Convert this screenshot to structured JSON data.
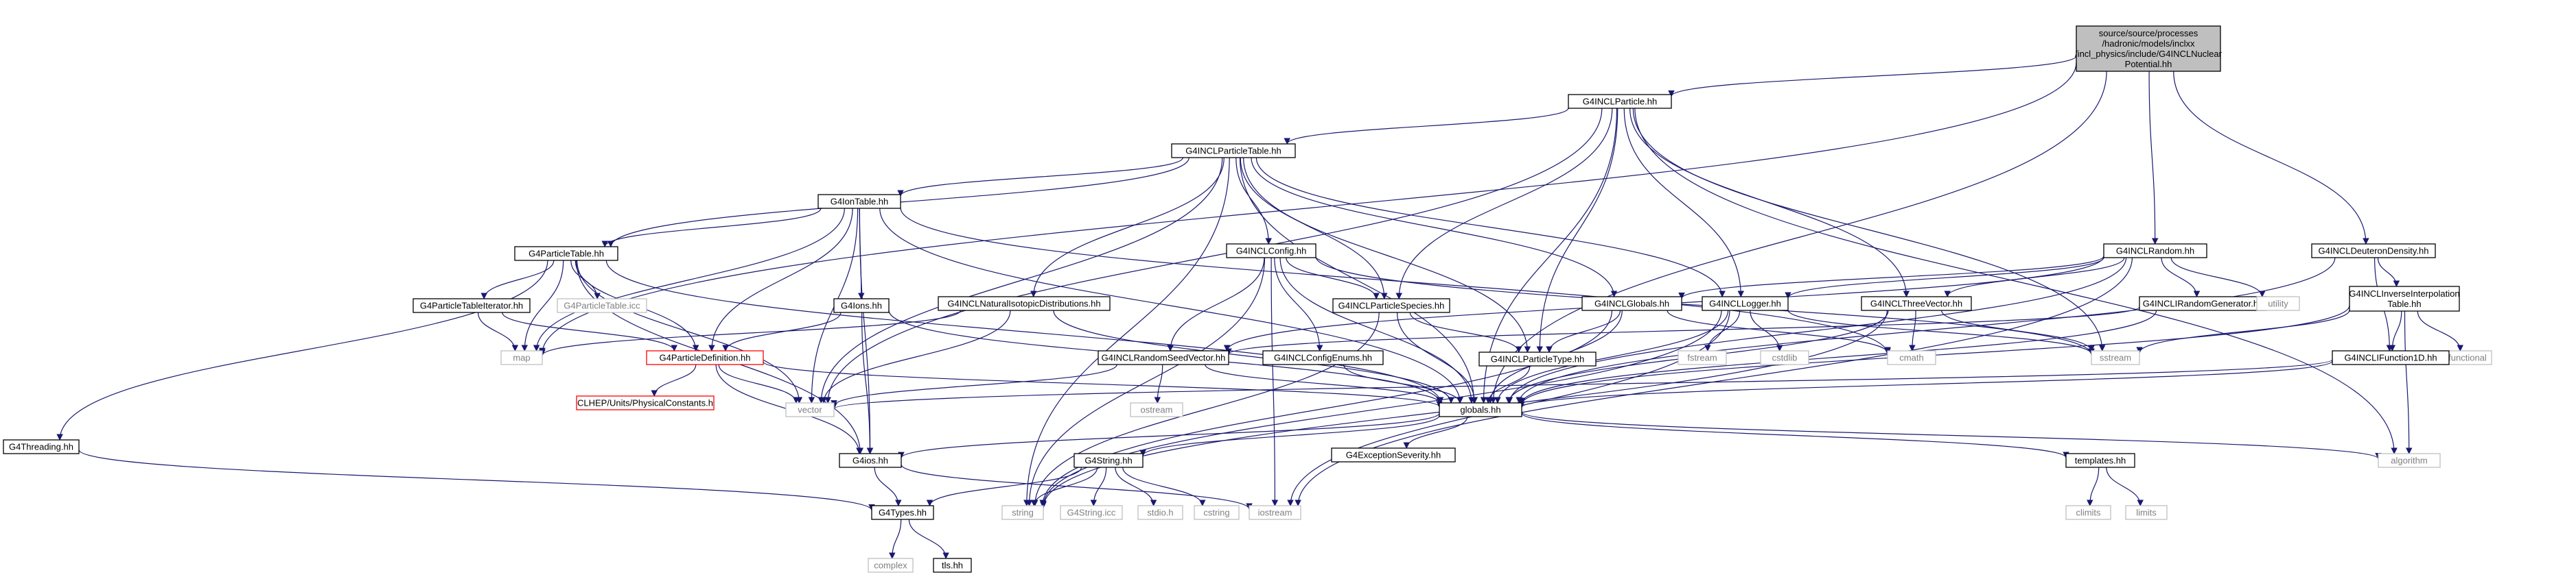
{
  "colors": {
    "edge": "#191970",
    "root_fill": "#bfbfbf",
    "missing_border": "#bfbfbf",
    "error_border": "#ff0000"
  },
  "nodes": [
    {
      "id": "root",
      "lines": [
        "source/source/processes",
        "/hadronic/models/inclxx",
        "/incl_physics/include/G4INCLNuclear",
        "Potential.hh"
      ],
      "kind": "root"
    },
    {
      "id": "particle",
      "lines": [
        "G4INCLParticle.hh"
      ],
      "kind": "header"
    },
    {
      "id": "random",
      "lines": [
        "G4INCLRandom.hh"
      ],
      "kind": "header"
    },
    {
      "id": "deuteron",
      "lines": [
        "G4INCLDeuteronDensity.hh"
      ],
      "kind": "header"
    },
    {
      "id": "particletable_incl",
      "lines": [
        "G4INCLParticleTable.hh"
      ],
      "kind": "header"
    },
    {
      "id": "iontable",
      "lines": [
        "G4IonTable.hh"
      ],
      "kind": "header"
    },
    {
      "id": "particletable",
      "lines": [
        "G4ParticleTable.hh"
      ],
      "kind": "header"
    },
    {
      "id": "inclconfig",
      "lines": [
        "G4INCLConfig.hh"
      ],
      "kind": "header"
    },
    {
      "id": "natiso",
      "lines": [
        "G4INCLNaturalIsotopicDistributions.hh"
      ],
      "kind": "header"
    },
    {
      "id": "ions",
      "lines": [
        "G4Ions.hh"
      ],
      "kind": "header"
    },
    {
      "id": "ptiterator",
      "lines": [
        "G4ParticleTableIterator.hh"
      ],
      "kind": "header"
    },
    {
      "id": "pticc",
      "lines": [
        "G4ParticleTable.icc"
      ],
      "kind": "missing"
    },
    {
      "id": "threading",
      "lines": [
        "G4Threading.hh"
      ],
      "kind": "header"
    },
    {
      "id": "map",
      "lines": [
        "map"
      ],
      "kind": "missing"
    },
    {
      "id": "partdef",
      "lines": [
        "G4ParticleDefinition.hh"
      ],
      "kind": "error"
    },
    {
      "id": "clhep",
      "lines": [
        "CLHEP/Units/PhysicalConstants.h"
      ],
      "kind": "error"
    },
    {
      "id": "vector",
      "lines": [
        "vector"
      ],
      "kind": "missing"
    },
    {
      "id": "species",
      "lines": [
        "G4INCLParticleSpecies.hh"
      ],
      "kind": "header"
    },
    {
      "id": "seedvec",
      "lines": [
        "G4INCLRandomSeedVector.hh"
      ],
      "kind": "header"
    },
    {
      "id": "ostream",
      "lines": [
        "ostream"
      ],
      "kind": "missing"
    },
    {
      "id": "configenums",
      "lines": [
        "G4INCLConfigEnums.hh"
      ],
      "kind": "header"
    },
    {
      "id": "incglobals",
      "lines": [
        "G4INCLGlobals.hh"
      ],
      "kind": "header"
    },
    {
      "id": "logger",
      "lines": [
        "G4INCLLogger.hh"
      ],
      "kind": "header"
    },
    {
      "id": "ptype",
      "lines": [
        "G4INCLParticleType.hh"
      ],
      "kind": "header"
    },
    {
      "id": "fstream",
      "lines": [
        "fstream"
      ],
      "kind": "missing"
    },
    {
      "id": "cstdlib",
      "lines": [
        "cstdlib"
      ],
      "kind": "missing"
    },
    {
      "id": "threevec",
      "lines": [
        "G4INCLThreeVector.hh"
      ],
      "kind": "header"
    },
    {
      "id": "cmath",
      "lines": [
        "cmath"
      ],
      "kind": "missing"
    },
    {
      "id": "randgen",
      "lines": [
        "G4INCLIRandomGenerator.hh"
      ],
      "kind": "header"
    },
    {
      "id": "utility",
      "lines": [
        "utility"
      ],
      "kind": "missing"
    },
    {
      "id": "sstream",
      "lines": [
        "sstream"
      ],
      "kind": "missing"
    },
    {
      "id": "interp",
      "lines": [
        "G4INCLInverseInterpolation",
        "Table.hh"
      ],
      "kind": "header"
    },
    {
      "id": "functional",
      "lines": [
        "functional"
      ],
      "kind": "missing"
    },
    {
      "id": "ifunc",
      "lines": [
        "G4INCLIFunction1D.hh"
      ],
      "kind": "header"
    },
    {
      "id": "globals",
      "lines": [
        "globals.hh"
      ],
      "kind": "header"
    },
    {
      "id": "exsev",
      "lines": [
        "G4ExceptionSeverity.hh"
      ],
      "kind": "header"
    },
    {
      "id": "g4ios",
      "lines": [
        "G4ios.hh"
      ],
      "kind": "header"
    },
    {
      "id": "g4string",
      "lines": [
        "G4String.hh"
      ],
      "kind": "header"
    },
    {
      "id": "templates",
      "lines": [
        "templates.hh"
      ],
      "kind": "header"
    },
    {
      "id": "algorithm",
      "lines": [
        "algorithm"
      ],
      "kind": "missing"
    },
    {
      "id": "g4types",
      "lines": [
        "G4Types.hh"
      ],
      "kind": "header"
    },
    {
      "id": "string",
      "lines": [
        "string"
      ],
      "kind": "missing"
    },
    {
      "id": "g4stringicc",
      "lines": [
        "G4String.icc"
      ],
      "kind": "missing"
    },
    {
      "id": "stdio",
      "lines": [
        "stdio.h"
      ],
      "kind": "missing"
    },
    {
      "id": "cstring",
      "lines": [
        "cstring"
      ],
      "kind": "missing"
    },
    {
      "id": "iostream",
      "lines": [
        "iostream"
      ],
      "kind": "missing"
    },
    {
      "id": "climits",
      "lines": [
        "climits"
      ],
      "kind": "missing"
    },
    {
      "id": "limits",
      "lines": [
        "limits"
      ],
      "kind": "missing"
    },
    {
      "id": "complex",
      "lines": [
        "complex"
      ],
      "kind": "missing"
    },
    {
      "id": "tls",
      "lines": [
        "tls.hh"
      ],
      "kind": "header"
    }
  ],
  "edges": [
    [
      "root",
      "particle"
    ],
    [
      "root",
      "random"
    ],
    [
      "root",
      "deuteron"
    ],
    [
      "root",
      "map"
    ],
    [
      "root",
      "globals"
    ],
    [
      "particle",
      "particletable_incl"
    ],
    [
      "particle",
      "species"
    ],
    [
      "particle",
      "ptype"
    ],
    [
      "particle",
      "logger"
    ],
    [
      "particle",
      "threevec"
    ],
    [
      "particle",
      "sstream"
    ],
    [
      "particle",
      "globals"
    ],
    [
      "particle",
      "algorithm"
    ],
    [
      "particle",
      "vector"
    ],
    [
      "particletable_incl",
      "iontable"
    ],
    [
      "particletable_incl",
      "particletable"
    ],
    [
      "particletable_incl",
      "inclconfig"
    ],
    [
      "particletable_incl",
      "natiso"
    ],
    [
      "particletable_incl",
      "species"
    ],
    [
      "particletable_incl",
      "ptype"
    ],
    [
      "particletable_incl",
      "logger"
    ],
    [
      "particletable_incl",
      "incglobals"
    ],
    [
      "particletable_incl",
      "string"
    ],
    [
      "particletable_incl",
      "vector"
    ],
    [
      "particletable_incl",
      "globals"
    ],
    [
      "iontable",
      "particletable"
    ],
    [
      "iontable",
      "ions"
    ],
    [
      "iontable",
      "partdef"
    ],
    [
      "iontable",
      "map"
    ],
    [
      "iontable",
      "vector"
    ],
    [
      "iontable",
      "g4ios"
    ],
    [
      "iontable",
      "globals"
    ],
    [
      "iontable",
      "cmath"
    ],
    [
      "particletable",
      "ptiterator"
    ],
    [
      "particletable",
      "pticc"
    ],
    [
      "particletable",
      "partdef"
    ],
    [
      "particletable",
      "threading"
    ],
    [
      "particletable",
      "map"
    ],
    [
      "particletable",
      "vector"
    ],
    [
      "particletable",
      "g4ios"
    ],
    [
      "particletable",
      "globals"
    ],
    [
      "ptiterator",
      "partdef"
    ],
    [
      "ptiterator",
      "map"
    ],
    [
      "threading",
      "g4types"
    ],
    [
      "ions",
      "partdef"
    ],
    [
      "ions",
      "g4ios"
    ],
    [
      "ions",
      "globals"
    ],
    [
      "partdef",
      "clhep"
    ],
    [
      "partdef",
      "vector"
    ],
    [
      "partdef",
      "g4ios"
    ],
    [
      "partdef",
      "globals"
    ],
    [
      "inclconfig",
      "species"
    ],
    [
      "inclconfig",
      "configenums"
    ],
    [
      "inclconfig",
      "seedvec"
    ],
    [
      "inclconfig",
      "globals"
    ],
    [
      "inclconfig",
      "iostream"
    ],
    [
      "inclconfig",
      "string"
    ],
    [
      "inclconfig",
      "sstream"
    ],
    [
      "natiso",
      "map"
    ],
    [
      "natiso",
      "vector"
    ],
    [
      "natiso",
      "globals"
    ],
    [
      "species",
      "ptype"
    ],
    [
      "species",
      "string"
    ],
    [
      "species",
      "globals"
    ],
    [
      "seedvec",
      "vector"
    ],
    [
      "seedvec",
      "ostream"
    ],
    [
      "seedvec",
      "globals"
    ],
    [
      "configenums",
      "globals"
    ],
    [
      "incglobals",
      "ptype"
    ],
    [
      "incglobals",
      "globals"
    ],
    [
      "incglobals",
      "string"
    ],
    [
      "incglobals",
      "cmath"
    ],
    [
      "logger",
      "fstream"
    ],
    [
      "logger",
      "cstdlib"
    ],
    [
      "logger",
      "sstream"
    ],
    [
      "logger",
      "iostream"
    ],
    [
      "logger",
      "string"
    ],
    [
      "logger",
      "globals"
    ],
    [
      "ptype",
      "globals"
    ],
    [
      "random",
      "threevec"
    ],
    [
      "random",
      "randgen"
    ],
    [
      "random",
      "seedvec"
    ],
    [
      "random",
      "logger"
    ],
    [
      "random",
      "incglobals"
    ],
    [
      "random",
      "utility"
    ],
    [
      "random",
      "globals"
    ],
    [
      "random",
      "iostream"
    ],
    [
      "threevec",
      "cmath"
    ],
    [
      "threevec",
      "sstream"
    ],
    [
      "threevec",
      "string"
    ],
    [
      "threevec",
      "globals"
    ],
    [
      "randgen",
      "globals"
    ],
    [
      "randgen",
      "seedvec"
    ],
    [
      "deuteron",
      "interp"
    ],
    [
      "deuteron",
      "ifunc"
    ],
    [
      "deuteron",
      "globals"
    ],
    [
      "interp",
      "functional"
    ],
    [
      "interp",
      "algorithm"
    ],
    [
      "interp",
      "sstream"
    ],
    [
      "interp",
      "ifunc"
    ],
    [
      "interp",
      "globals"
    ],
    [
      "ifunc",
      "globals"
    ],
    [
      "ifunc",
      "vector"
    ],
    [
      "globals",
      "g4ios"
    ],
    [
      "globals",
      "exsev"
    ],
    [
      "globals",
      "g4string"
    ],
    [
      "globals",
      "templates"
    ],
    [
      "globals",
      "algorithm"
    ],
    [
      "g4ios",
      "g4types"
    ],
    [
      "g4ios",
      "iostream"
    ],
    [
      "g4string",
      "g4types"
    ],
    [
      "g4string",
      "string"
    ],
    [
      "g4string",
      "g4stringicc"
    ],
    [
      "g4string",
      "stdio"
    ],
    [
      "g4string",
      "cstring"
    ],
    [
      "templates",
      "climits"
    ],
    [
      "templates",
      "limits"
    ],
    [
      "g4types",
      "complex"
    ],
    [
      "g4types",
      "tls"
    ]
  ]
}
